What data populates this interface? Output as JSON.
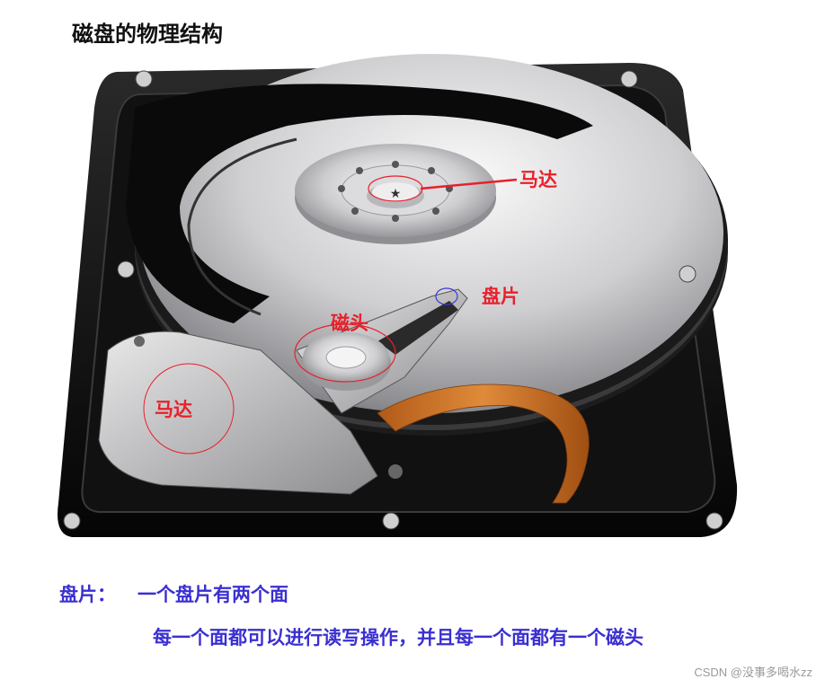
{
  "title": "磁盘的物理结构",
  "labels": {
    "motor_top": "马达",
    "platter": "盘片",
    "head": "磁头",
    "motor_left": "马达"
  },
  "description": {
    "heading": "盘片：",
    "line1": "一个盘片有两个面",
    "line2": "每一个面都可以进行读写操作，并且每一个面都有一个磁头"
  },
  "watermark": "CSDN @没事多喝水zz"
}
